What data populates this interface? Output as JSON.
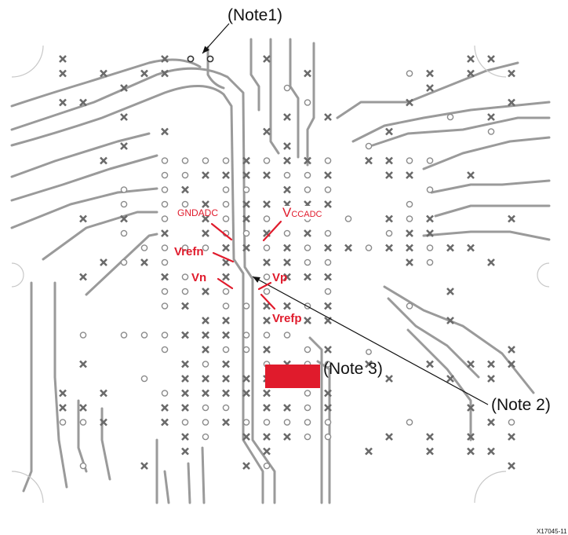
{
  "notes": {
    "note1": "(Note1)",
    "note2": "(Note 2)",
    "note3": "(Note 3)"
  },
  "signals": {
    "gndadc": "GNDADC",
    "vccadc_main": "V",
    "vccadc_sub": "CCADC",
    "vrefn": "Vrefn",
    "vn": "Vn",
    "vp": "Vp",
    "vrefp": "Vrefp"
  },
  "figure_id": "X17045-11",
  "colors": {
    "trace": "#9a9a9a",
    "via": "#8a8a8a",
    "label": "#e01b2c",
    "pad": "#e01b2c"
  }
}
